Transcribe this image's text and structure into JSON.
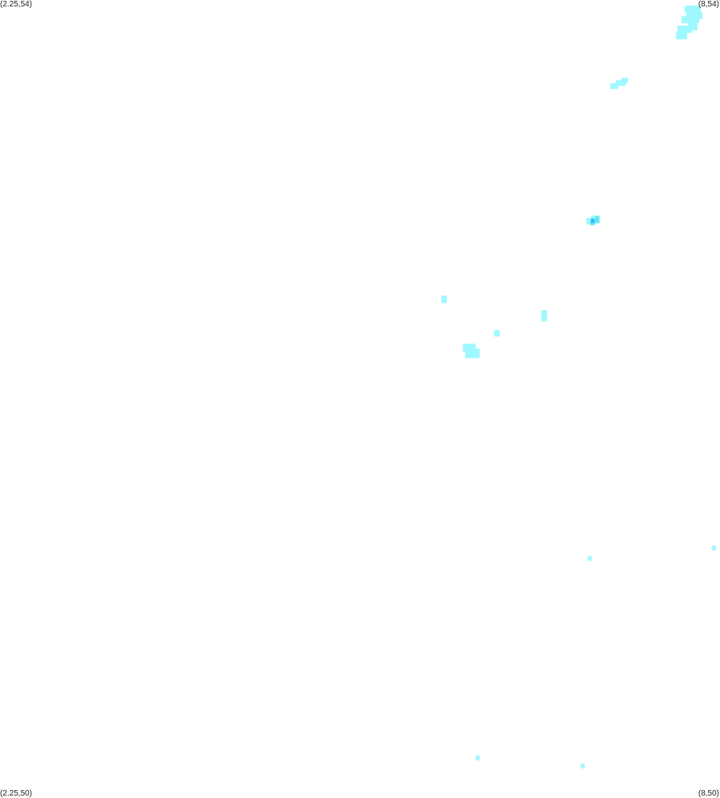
{
  "map": {
    "type": "raster-tile",
    "bounds": {
      "lon_min": 2.25,
      "lon_max": 8,
      "lat_min": 50,
      "lat_max": 54
    },
    "corners": {
      "top_left": "(2.25,54)",
      "top_right": "(8,54)",
      "bottom_left": "(2.25,50)",
      "bottom_right": "(8,50)"
    },
    "colors": {
      "background": "#ffffff",
      "light": "#9ff8ff",
      "medium": "#5fe6f8",
      "strong": "#2fb8ef"
    },
    "cells": [
      {
        "lon": 7.716,
        "lat": 53.972,
        "w": 0.128,
        "h": 0.036,
        "level": "light"
      },
      {
        "lon": 7.729,
        "lat": 53.94,
        "w": 0.128,
        "h": 0.036,
        "level": "light"
      },
      {
        "lon": 7.69,
        "lat": 53.92,
        "w": 0.141,
        "h": 0.036,
        "level": "light"
      },
      {
        "lon": 7.742,
        "lat": 53.884,
        "w": 0.077,
        "h": 0.036,
        "level": "light"
      },
      {
        "lon": 7.659,
        "lat": 53.871,
        "w": 0.115,
        "h": 0.036,
        "level": "light"
      },
      {
        "lon": 7.646,
        "lat": 53.839,
        "w": 0.09,
        "h": 0.036,
        "level": "light"
      },
      {
        "lon": 7.121,
        "lat": 53.584,
        "w": 0.064,
        "h": 0.028,
        "level": "light"
      },
      {
        "lon": 7.166,
        "lat": 53.597,
        "w": 0.077,
        "h": 0.028,
        "level": "light"
      },
      {
        "lon": 7.211,
        "lat": 53.61,
        "w": 0.051,
        "h": 0.028,
        "level": "light"
      },
      {
        "lon": 6.934,
        "lat": 52.908,
        "w": 0.038,
        "h": 0.032,
        "level": "light"
      },
      {
        "lon": 6.972,
        "lat": 52.92,
        "w": 0.07,
        "h": 0.04,
        "level": "light"
      },
      {
        "lon": 6.966,
        "lat": 52.9,
        "w": 0.04,
        "h": 0.03,
        "level": "medium"
      },
      {
        "lon": 7.004,
        "lat": 52.916,
        "w": 0.032,
        "h": 0.034,
        "level": "medium"
      },
      {
        "lon": 6.972,
        "lat": 52.904,
        "w": 0.026,
        "h": 0.022,
        "level": "strong"
      },
      {
        "lon": 5.777,
        "lat": 52.52,
        "w": 0.045,
        "h": 0.036,
        "level": "light"
      },
      {
        "lon": 6.575,
        "lat": 52.446,
        "w": 0.045,
        "h": 0.056,
        "level": "light"
      },
      {
        "lon": 6.197,
        "lat": 52.345,
        "w": 0.045,
        "h": 0.032,
        "level": "light"
      },
      {
        "lon": 5.963,
        "lat": 52.255,
        "w": 0.115,
        "h": 0.048,
        "level": "light"
      },
      {
        "lon": 5.95,
        "lat": 52.279,
        "w": 0.102,
        "h": 0.04,
        "level": "light"
      },
      {
        "lon": 7.934,
        "lat": 51.266,
        "w": 0.032,
        "h": 0.024,
        "level": "light"
      },
      {
        "lon": 6.947,
        "lat": 51.213,
        "w": 0.032,
        "h": 0.024,
        "level": "light"
      },
      {
        "lon": 6.047,
        "lat": 50.213,
        "w": 0.032,
        "h": 0.024,
        "level": "light"
      },
      {
        "lon": 6.89,
        "lat": 50.173,
        "w": 0.032,
        "h": 0.024,
        "level": "light"
      }
    ]
  }
}
